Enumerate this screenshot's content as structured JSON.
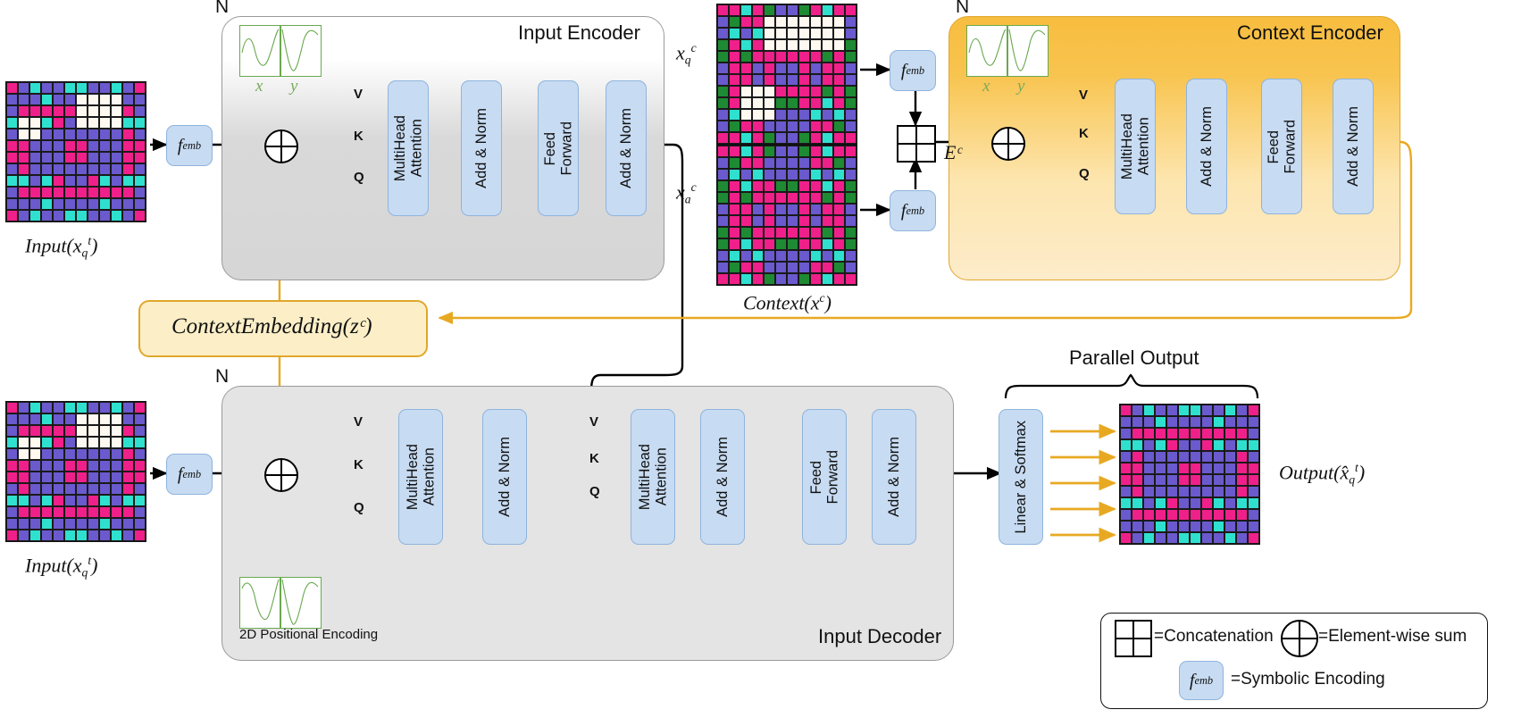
{
  "diagram": {
    "title_input_encoder": "Input Encoder",
    "title_context_encoder": "Context Encoder",
    "title_input_decoder": "Input Decoder",
    "stack_label": "N",
    "pos_enc_caption": "2D Positional Encoding",
    "parallel_output": "Parallel Output",
    "context_embedding": "ContextEmbedding(zᶜ)",
    "ec_label": "Eᶜ",
    "pe_x": "x",
    "pe_y": "y"
  },
  "blocks": {
    "multihead": "MultiHead\nAttention",
    "addnorm": "Add & Norm",
    "feedforward": "Feed\nForward",
    "linear_softmax": "Linear & Softmax",
    "femb": "f",
    "femb_sub": "emb"
  },
  "qkv": {
    "v": "V",
    "k": "K",
    "q": "Q"
  },
  "captions": {
    "input_top": "Input(x",
    "input_top_sub": "q",
    "input_top_sup": "t",
    "input_bottom": "Input(x",
    "context": "Context(x",
    "context_sup": "c",
    "output": "Output(x̂",
    "output_sub": "q",
    "output_sup": "t",
    "xqc": "x",
    "xqc_sub": "q",
    "xqc_sup": "c",
    "xac": "x",
    "xac_sub": "a",
    "xac_sup": "c"
  },
  "legend": {
    "concat_label": "=Concatenation",
    "sum_label": "=Element-wise sum",
    "symbolic_label": "=Symbolic Encoding",
    "symbolic_icon": "f",
    "symbolic_icon_sub": "emb"
  },
  "colors": {
    "magenta": "#F0208A",
    "purple": "#6A5ACD",
    "cyan": "#2FE0CF",
    "cream": "#FDF8F0",
    "green": "#1F8A34",
    "blue_box": "#C7DBF2",
    "context_panel": "#F7BD3F",
    "context_embed": "#FCEFC7",
    "arrow_gold": "#E8A922",
    "pos_enc_green": "#6AA84F"
  },
  "grids": {
    "input_top": {
      "cols": 12,
      "rows": 12,
      "cells": [
        "M",
        "P",
        "C",
        "P",
        "P",
        "C",
        "C",
        "P",
        "P",
        "C",
        "P",
        "M",
        "P",
        "P",
        "P",
        "C",
        "P",
        "P",
        "W",
        "W",
        "W",
        "W",
        "P",
        "P",
        "P",
        "M",
        "M",
        "M",
        "M",
        "M",
        "W",
        "W",
        "W",
        "W",
        "M",
        "P",
        "C",
        "W",
        "W",
        "C",
        "M",
        "P",
        "W",
        "W",
        "W",
        "W",
        "C",
        "C",
        "P",
        "W",
        "W",
        "P",
        "P",
        "P",
        "P",
        "P",
        "P",
        "P",
        "M",
        "P",
        "M",
        "M",
        "P",
        "P",
        "P",
        "M",
        "M",
        "P",
        "P",
        "P",
        "M",
        "M",
        "M",
        "M",
        "P",
        "P",
        "P",
        "M",
        "M",
        "P",
        "P",
        "P",
        "M",
        "M",
        "P",
        "M",
        "P",
        "P",
        "P",
        "P",
        "P",
        "P",
        "P",
        "P",
        "M",
        "P",
        "C",
        "C",
        "P",
        "C",
        "M",
        "P",
        "P",
        "M",
        "C",
        "P",
        "C",
        "C",
        "P",
        "M",
        "M",
        "M",
        "M",
        "M",
        "M",
        "M",
        "M",
        "M",
        "M",
        "P",
        "P",
        "P",
        "P",
        "C",
        "P",
        "P",
        "P",
        "P",
        "C",
        "P",
        "P",
        "P",
        "M",
        "P",
        "C",
        "P",
        "P",
        "C",
        "C",
        "P",
        "P",
        "C",
        "P",
        "M"
      ]
    },
    "input_bottom": {
      "cols": 12,
      "rows": 12,
      "cells": [
        "M",
        "P",
        "C",
        "P",
        "P",
        "C",
        "C",
        "P",
        "P",
        "C",
        "P",
        "M",
        "P",
        "P",
        "P",
        "C",
        "P",
        "P",
        "W",
        "W",
        "W",
        "W",
        "P",
        "P",
        "P",
        "M",
        "M",
        "M",
        "M",
        "M",
        "W",
        "W",
        "W",
        "W",
        "M",
        "P",
        "C",
        "W",
        "W",
        "C",
        "M",
        "P",
        "W",
        "W",
        "W",
        "W",
        "C",
        "C",
        "P",
        "W",
        "W",
        "P",
        "P",
        "P",
        "P",
        "P",
        "P",
        "P",
        "M",
        "P",
        "M",
        "M",
        "P",
        "P",
        "P",
        "M",
        "M",
        "P",
        "P",
        "P",
        "M",
        "M",
        "M",
        "M",
        "P",
        "P",
        "P",
        "M",
        "M",
        "P",
        "P",
        "P",
        "M",
        "M",
        "P",
        "M",
        "P",
        "P",
        "P",
        "P",
        "P",
        "P",
        "P",
        "P",
        "M",
        "P",
        "C",
        "C",
        "P",
        "C",
        "M",
        "P",
        "P",
        "M",
        "C",
        "P",
        "C",
        "C",
        "P",
        "M",
        "M",
        "M",
        "M",
        "M",
        "M",
        "M",
        "M",
        "M",
        "M",
        "P",
        "P",
        "P",
        "P",
        "C",
        "P",
        "P",
        "P",
        "P",
        "C",
        "P",
        "P",
        "P",
        "M",
        "P",
        "C",
        "P",
        "P",
        "C",
        "C",
        "P",
        "P",
        "C",
        "P",
        "M"
      ]
    },
    "context_q": {
      "cols": 12,
      "rows": 12,
      "cells": [
        "M",
        "M",
        "C",
        "M",
        "G",
        "P",
        "P",
        "G",
        "M",
        "C",
        "M",
        "M",
        "P",
        "G",
        "M",
        "M",
        "W",
        "W",
        "W",
        "W",
        "W",
        "W",
        "W",
        "P",
        "P",
        "C",
        "P",
        "C",
        "W",
        "W",
        "W",
        "W",
        "W",
        "W",
        "W",
        "P",
        "G",
        "M",
        "C",
        "M",
        "W",
        "W",
        "W",
        "W",
        "W",
        "W",
        "W",
        "G",
        "G",
        "M",
        "G",
        "M",
        "M",
        "M",
        "M",
        "M",
        "M",
        "G",
        "M",
        "G",
        "P",
        "M",
        "M",
        "P",
        "M",
        "P",
        "P",
        "M",
        "P",
        "M",
        "M",
        "P",
        "P",
        "M",
        "M",
        "P",
        "M",
        "P",
        "P",
        "M",
        "P",
        "M",
        "M",
        "P",
        "G",
        "M",
        "W",
        "W",
        "W",
        "M",
        "M",
        "M",
        "M",
        "G",
        "M",
        "G",
        "G",
        "M",
        "W",
        "W",
        "W",
        "G",
        "G",
        "M",
        "M",
        "C",
        "M",
        "G",
        "P",
        "C",
        "W",
        "W",
        "W",
        "P",
        "P",
        "P",
        "C",
        "P",
        "C",
        "P",
        "P",
        "G",
        "M",
        "M",
        "P",
        "P",
        "P",
        "P",
        "M",
        "M",
        "G",
        "P",
        "M",
        "M",
        "C",
        "M",
        "G",
        "P",
        "P",
        "G",
        "M",
        "C",
        "M",
        "M"
      ]
    },
    "context_a": {
      "cols": 12,
      "rows": 12,
      "cells": [
        "M",
        "M",
        "C",
        "M",
        "G",
        "P",
        "P",
        "G",
        "M",
        "C",
        "M",
        "M",
        "P",
        "G",
        "M",
        "M",
        "P",
        "P",
        "P",
        "P",
        "M",
        "M",
        "G",
        "P",
        "P",
        "C",
        "P",
        "C",
        "P",
        "P",
        "P",
        "P",
        "C",
        "P",
        "C",
        "P",
        "G",
        "M",
        "C",
        "M",
        "M",
        "G",
        "G",
        "M",
        "M",
        "C",
        "M",
        "G",
        "G",
        "M",
        "G",
        "M",
        "M",
        "M",
        "M",
        "M",
        "M",
        "G",
        "M",
        "G",
        "P",
        "M",
        "M",
        "P",
        "M",
        "P",
        "P",
        "M",
        "P",
        "M",
        "M",
        "P",
        "P",
        "M",
        "M",
        "P",
        "M",
        "P",
        "P",
        "M",
        "P",
        "M",
        "M",
        "P",
        "G",
        "M",
        "G",
        "M",
        "M",
        "M",
        "M",
        "M",
        "M",
        "G",
        "M",
        "G",
        "G",
        "M",
        "C",
        "M",
        "M",
        "G",
        "G",
        "M",
        "M",
        "C",
        "M",
        "G",
        "P",
        "C",
        "P",
        "C",
        "P",
        "P",
        "P",
        "P",
        "C",
        "P",
        "C",
        "P",
        "P",
        "G",
        "M",
        "M",
        "P",
        "P",
        "P",
        "P",
        "M",
        "M",
        "G",
        "P",
        "M",
        "M",
        "C",
        "M",
        "G",
        "P",
        "P",
        "G",
        "M",
        "C",
        "M",
        "M"
      ]
    },
    "output": {
      "cols": 12,
      "rows": 12,
      "cells": [
        "M",
        "P",
        "C",
        "P",
        "P",
        "C",
        "C",
        "P",
        "P",
        "C",
        "P",
        "M",
        "P",
        "P",
        "P",
        "C",
        "P",
        "P",
        "P",
        "P",
        "C",
        "P",
        "P",
        "P",
        "P",
        "M",
        "M",
        "M",
        "M",
        "M",
        "M",
        "M",
        "M",
        "M",
        "M",
        "P",
        "C",
        "C",
        "P",
        "C",
        "M",
        "P",
        "P",
        "M",
        "C",
        "P",
        "C",
        "C",
        "P",
        "M",
        "P",
        "P",
        "P",
        "P",
        "P",
        "P",
        "P",
        "P",
        "M",
        "P",
        "M",
        "M",
        "P",
        "P",
        "P",
        "M",
        "M",
        "P",
        "P",
        "P",
        "M",
        "M",
        "M",
        "M",
        "P",
        "P",
        "P",
        "M",
        "M",
        "P",
        "P",
        "P",
        "M",
        "M",
        "P",
        "M",
        "P",
        "P",
        "P",
        "P",
        "P",
        "P",
        "P",
        "P",
        "M",
        "P",
        "C",
        "C",
        "P",
        "C",
        "M",
        "P",
        "P",
        "M",
        "C",
        "P",
        "C",
        "C",
        "P",
        "M",
        "M",
        "M",
        "M",
        "M",
        "M",
        "M",
        "M",
        "M",
        "M",
        "P",
        "P",
        "P",
        "P",
        "C",
        "P",
        "P",
        "P",
        "P",
        "C",
        "P",
        "P",
        "P",
        "M",
        "P",
        "C",
        "P",
        "P",
        "C",
        "C",
        "P",
        "P",
        "C",
        "P",
        "M"
      ]
    }
  }
}
